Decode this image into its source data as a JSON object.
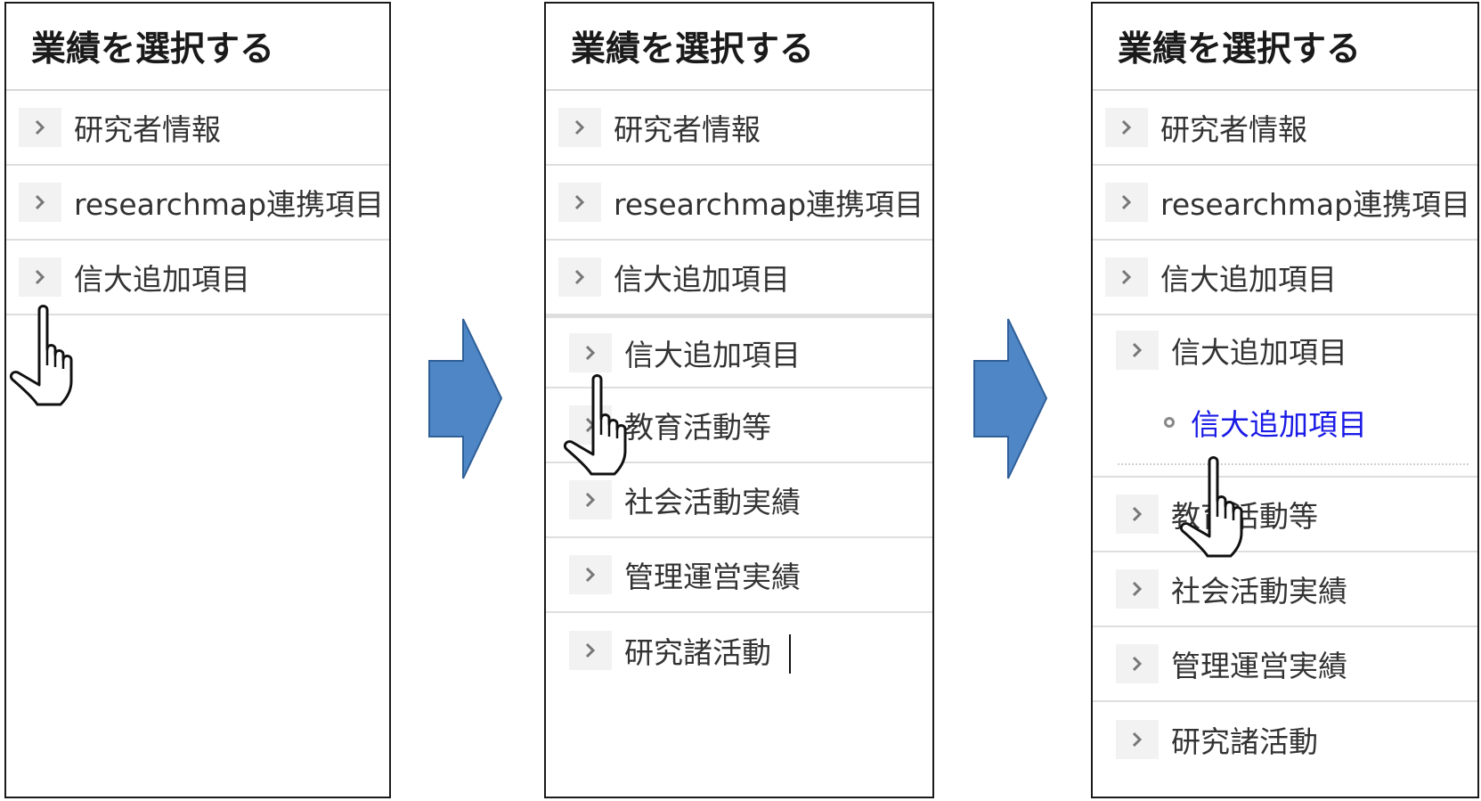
{
  "panel_title": "業績を選択する",
  "menu": {
    "researcher_info": "研究者情報",
    "researchmap_items": "researchmap連携項目",
    "shindai_items": "信大追加項目"
  },
  "submenu": {
    "shindai_items": "信大追加項目",
    "education": "教育活動等",
    "social": "社会活動実績",
    "management": "管理運営実績",
    "research_activities": "研究諸活動"
  },
  "leaf": {
    "shindai_items": "信大追加項目"
  },
  "colors": {
    "arrow_fill": "#4f86c6",
    "arrow_stroke": "#2f5f98",
    "link": "#1a1ae6"
  }
}
